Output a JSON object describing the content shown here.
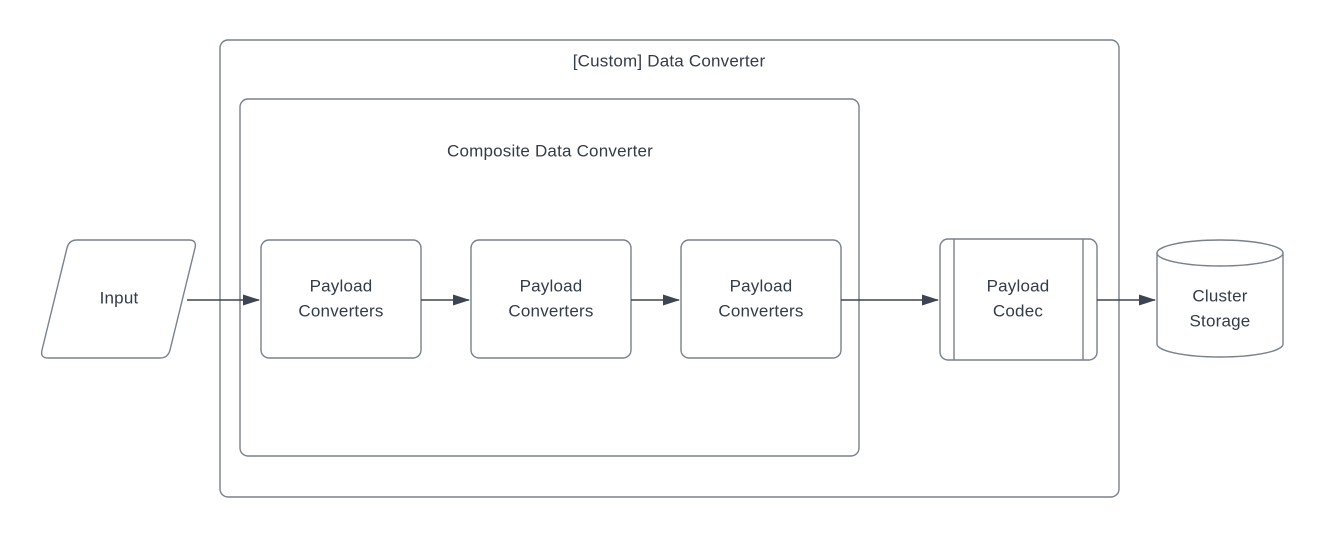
{
  "diagram": {
    "outer_container": {
      "title": "[Custom] Data Converter"
    },
    "inner_container": {
      "title": "Composite Data Converter"
    },
    "nodes": {
      "input": {
        "label": "Input",
        "shape": "parallelogram"
      },
      "payload_converters_1": {
        "label": "Payload\nConverters",
        "shape": "rounded-rectangle"
      },
      "payload_converters_2": {
        "label": "Payload\nConverters",
        "shape": "rounded-rectangle"
      },
      "payload_converters_3": {
        "label": "Payload\nConverters",
        "shape": "rounded-rectangle"
      },
      "payload_codec": {
        "label": "Payload\nCodec",
        "shape": "predefined-process"
      },
      "cluster_storage": {
        "label": "Cluster\nStorage",
        "shape": "cylinder"
      }
    },
    "edges": [
      {
        "from": "input",
        "to": "payload_converters_1"
      },
      {
        "from": "payload_converters_1",
        "to": "payload_converters_2"
      },
      {
        "from": "payload_converters_2",
        "to": "payload_converters_3"
      },
      {
        "from": "payload_converters_3",
        "to": "payload_codec"
      },
      {
        "from": "payload_codec",
        "to": "cluster_storage"
      }
    ],
    "colors": {
      "background": "#ffffff",
      "shape_fill": "#ffffff",
      "shape_stroke": "#79818c",
      "arrow_stroke": "#3d4452",
      "text": "#343b49"
    }
  }
}
